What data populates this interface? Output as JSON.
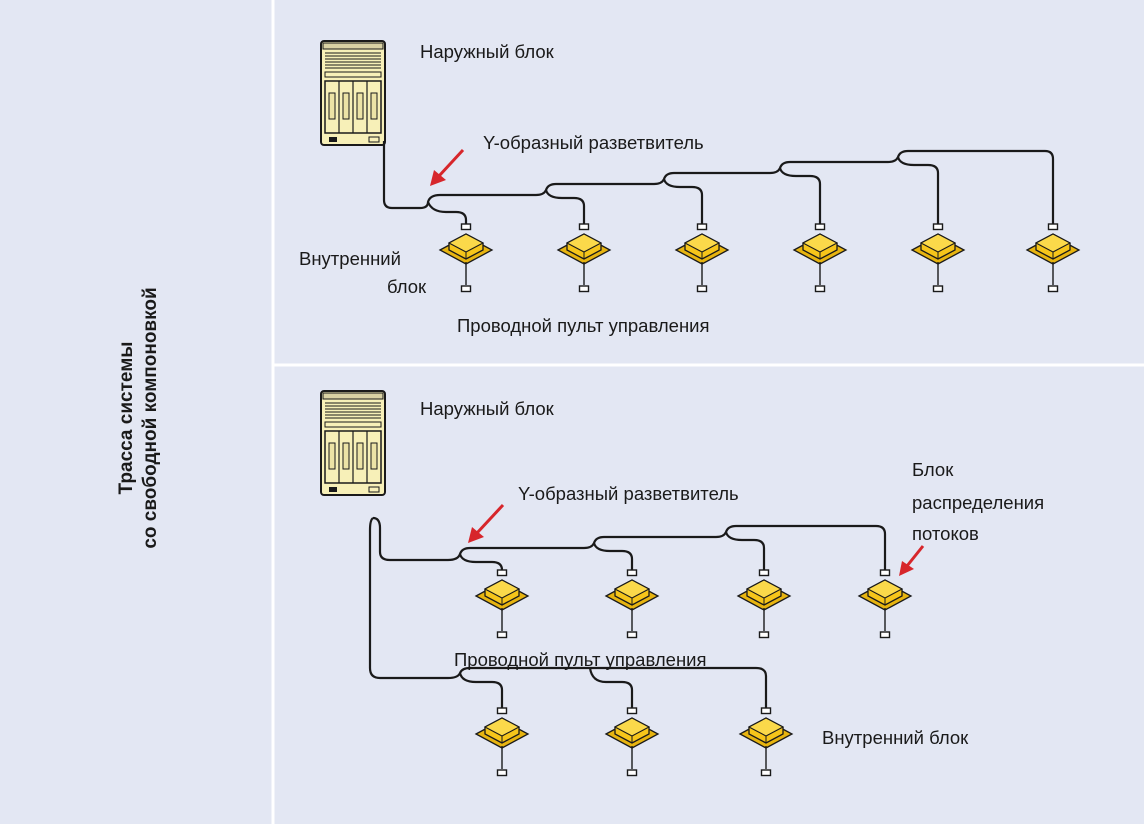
{
  "side_title": {
    "line1": "Трасса системы",
    "line2": "со свободной компоновкой"
  },
  "top_panel": {
    "outdoor_label": "Наружный блок",
    "branch_label": "Y-образный разветвитель",
    "indoor_label_line1": "Внутренний",
    "indoor_label_line2": "блок",
    "remote_label": "Проводной пульт управления"
  },
  "bottom_panel": {
    "outdoor_label": "Наружный блок",
    "branch_label": "Y-образный разветвитель",
    "flow_box_label_line1": "Блок",
    "flow_box_label_line2": "распределения",
    "flow_box_label_line3": "потоков",
    "remote_label": "Проводной пульт управления",
    "indoor_label": "Внутренний блок"
  },
  "colors": {
    "background": "#e3e7f3",
    "outdoor_unit": "#f7f0b8",
    "indoor_unit": "#f6c51a",
    "arrow": "#d7262b",
    "pipe": "#1a1a1a"
  }
}
